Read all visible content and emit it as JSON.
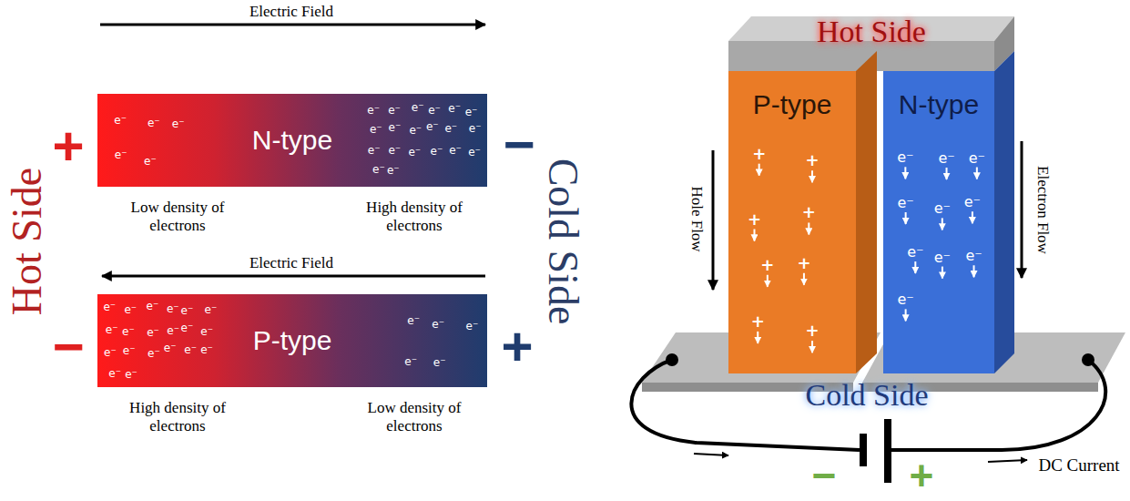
{
  "diagram": {
    "nodes": [
      {
        "text": [
          "N-type"
        ]
      },
      {
        "text": [
          "P-type"
        ]
      },
      {
        "text": [
          "Hot Side"
        ]
      },
      {
        "text": [
          "P-type"
        ]
      },
      {
        "text": [
          "N-type"
        ]
      }
    ],
    "labels": [
      "Electric Field",
      "+",
      "−",
      "Low density of electrons",
      "High density of electrons",
      "Electric Field",
      "−",
      "+",
      "High density of electrons",
      "Low density of electrons",
      "Hot Side",
      "Cold Side",
      "Hole Flow",
      "Electron Flow",
      "Cold Side",
      "DC Current",
      "−",
      "+",
      "e⁻",
      "e⁻",
      "e⁻",
      "e⁻",
      "e⁻",
      "e⁻",
      "e⁻",
      "e⁻",
      "e⁻",
      "e⁻",
      "e⁻",
      "e⁻",
      "e⁻",
      "e⁻",
      "e⁻",
      "e⁻",
      "e⁻",
      "e⁻",
      "e⁻",
      "e⁻",
      "e⁻",
      "e⁻",
      "e⁻",
      "e⁻",
      "e⁻",
      "e⁻",
      "e⁻",
      "e⁻",
      "e⁻",
      "e⁻",
      "e⁻",
      "e⁻",
      "e⁻",
      "e⁻",
      "e⁻",
      "e⁻",
      "e⁻",
      "e⁻",
      "e⁻",
      "e⁻",
      "e⁻",
      "e⁻",
      "e⁻",
      "e⁻",
      "e⁻",
      "e⁻",
      "e⁻",
      "e⁻",
      "e⁻",
      "e⁻",
      "+",
      "+",
      "+",
      "+",
      "+",
      "+",
      "+",
      "+",
      "e⁻",
      "e⁻",
      "e⁻",
      "e⁻",
      "e⁻",
      "e⁻",
      "e⁻",
      "e⁻",
      "e⁻",
      "e⁻"
    ]
  }
}
